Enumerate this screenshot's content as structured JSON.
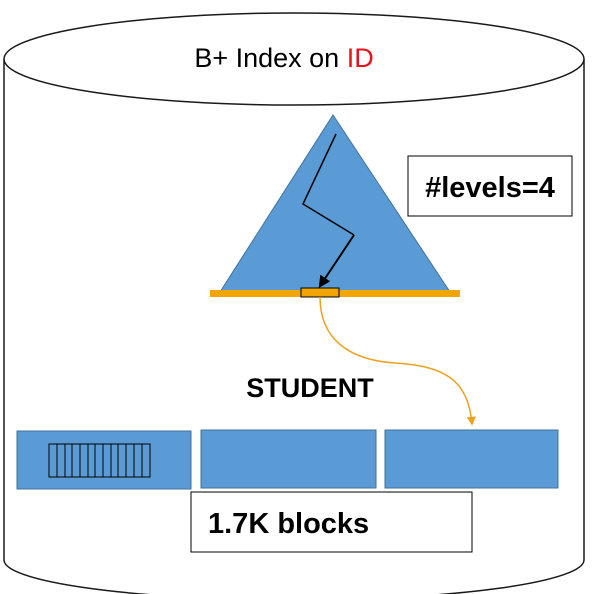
{
  "title": {
    "prefix": "B+ Index on ",
    "highlight": "ID",
    "highlight_color": "#e8101a"
  },
  "levels_label": "#levels=4",
  "table_name": "STUDENT",
  "blocks_label": "1.7K blocks",
  "colors": {
    "fill_blue": "#5b9bd5",
    "leaf_bar": "#f0a500",
    "arrow_orange": "#f0a020",
    "outline": "#000000"
  },
  "icons": {
    "database": "cylinder",
    "index_tree": "triangle",
    "pointer": "arrow"
  }
}
